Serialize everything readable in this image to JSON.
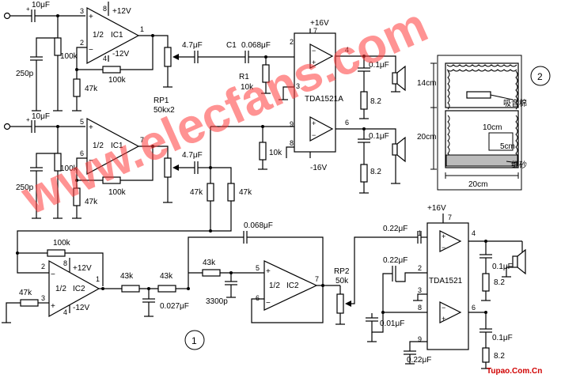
{
  "watermark": "www.elecfans.com",
  "footer": "Tupao.Com.Cn",
  "labels": {
    "c_in1": "10μF",
    "c_in2": "10μF",
    "pin_3": "3",
    "pin_2": "2",
    "pin_8": "8",
    "pin_4": "4",
    "pin_1": "1",
    "pin_5": "5",
    "pin_6": "6",
    "pin_7": "7",
    "pin_9": "9",
    "v_p12": "+12V",
    "v_m12": "-12V",
    "v_p16": "+16V",
    "v_m16": "-16V",
    "half": "1/2",
    "ic1": "IC1",
    "ic2": "IC2",
    "r100k": "100k",
    "r47k": "47k",
    "r43k": "43k",
    "r10k": "10k",
    "c250p": "250p",
    "c4_7": "4.7μF",
    "c1": "C1",
    "c0068": "0.068μF",
    "r1": "R1",
    "rp1": "RP1",
    "rp1_val": "50kx2",
    "rp2": "RP2",
    "rp2_val": "50k",
    "tda1521a": "TDA1521A",
    "tda1521": "TDA1521",
    "c01": "0.1μF",
    "r82": "8.2",
    "c022": "0.22μF",
    "c001": "0.01μF",
    "c0027": "0.027μF",
    "c3300": "3300p",
    "plus": "+",
    "minus": "−",
    "circ1": "1",
    "circ2": "2",
    "box_14": "14cm",
    "box_20v": "20cm",
    "box_10": "10cm",
    "box_5": "5cm",
    "box_20h": "20cm",
    "absorb": "吸音棉",
    "sand": "细砂"
  }
}
